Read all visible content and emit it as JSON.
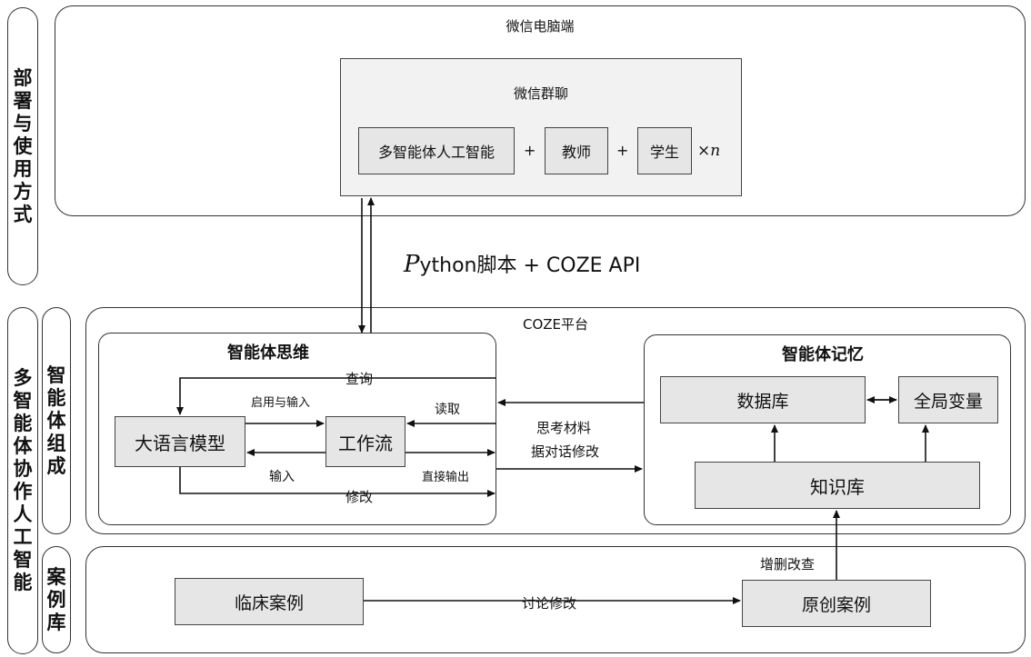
{
  "side_labels": {
    "deploy": [
      "部",
      "署",
      "与",
      "使",
      "用",
      "方",
      "式"
    ],
    "collab": [
      "多",
      "智",
      "能",
      "体",
      "协",
      "作",
      "人",
      "工",
      "智",
      "能"
    ],
    "compose": [
      "智",
      "能",
      "体",
      "组",
      "成"
    ],
    "cases": [
      "案",
      "例",
      "库"
    ]
  },
  "top": {
    "title": "微信电脑端",
    "group_title": "微信群聊",
    "members": [
      "多智能体人工智能",
      "教师",
      "学生"
    ],
    "plus": "+",
    "times": "×",
    "n": "n"
  },
  "link_label": {
    "p": "P",
    "rest": "ython脚本 + COZE API"
  },
  "coze": {
    "title": "COZE平台",
    "thinking": {
      "title": "智能体思维",
      "llm": "大语言模型",
      "workflow": "工作流",
      "query": "查询",
      "enable_input": "启用与输入",
      "read": "读取",
      "input": "输入",
      "direct_output": "直接输出",
      "modify": "修改"
    },
    "middle": {
      "line1": "思考材料",
      "line2": "据对话修改"
    },
    "memory": {
      "title": "智能体记忆",
      "database": "数据库",
      "global_var": "全局变量",
      "knowledge": "知识库"
    }
  },
  "cases": {
    "clinical": "临床案例",
    "discuss": "讨论修改",
    "original": "原创案例",
    "crud": "增删改查"
  }
}
